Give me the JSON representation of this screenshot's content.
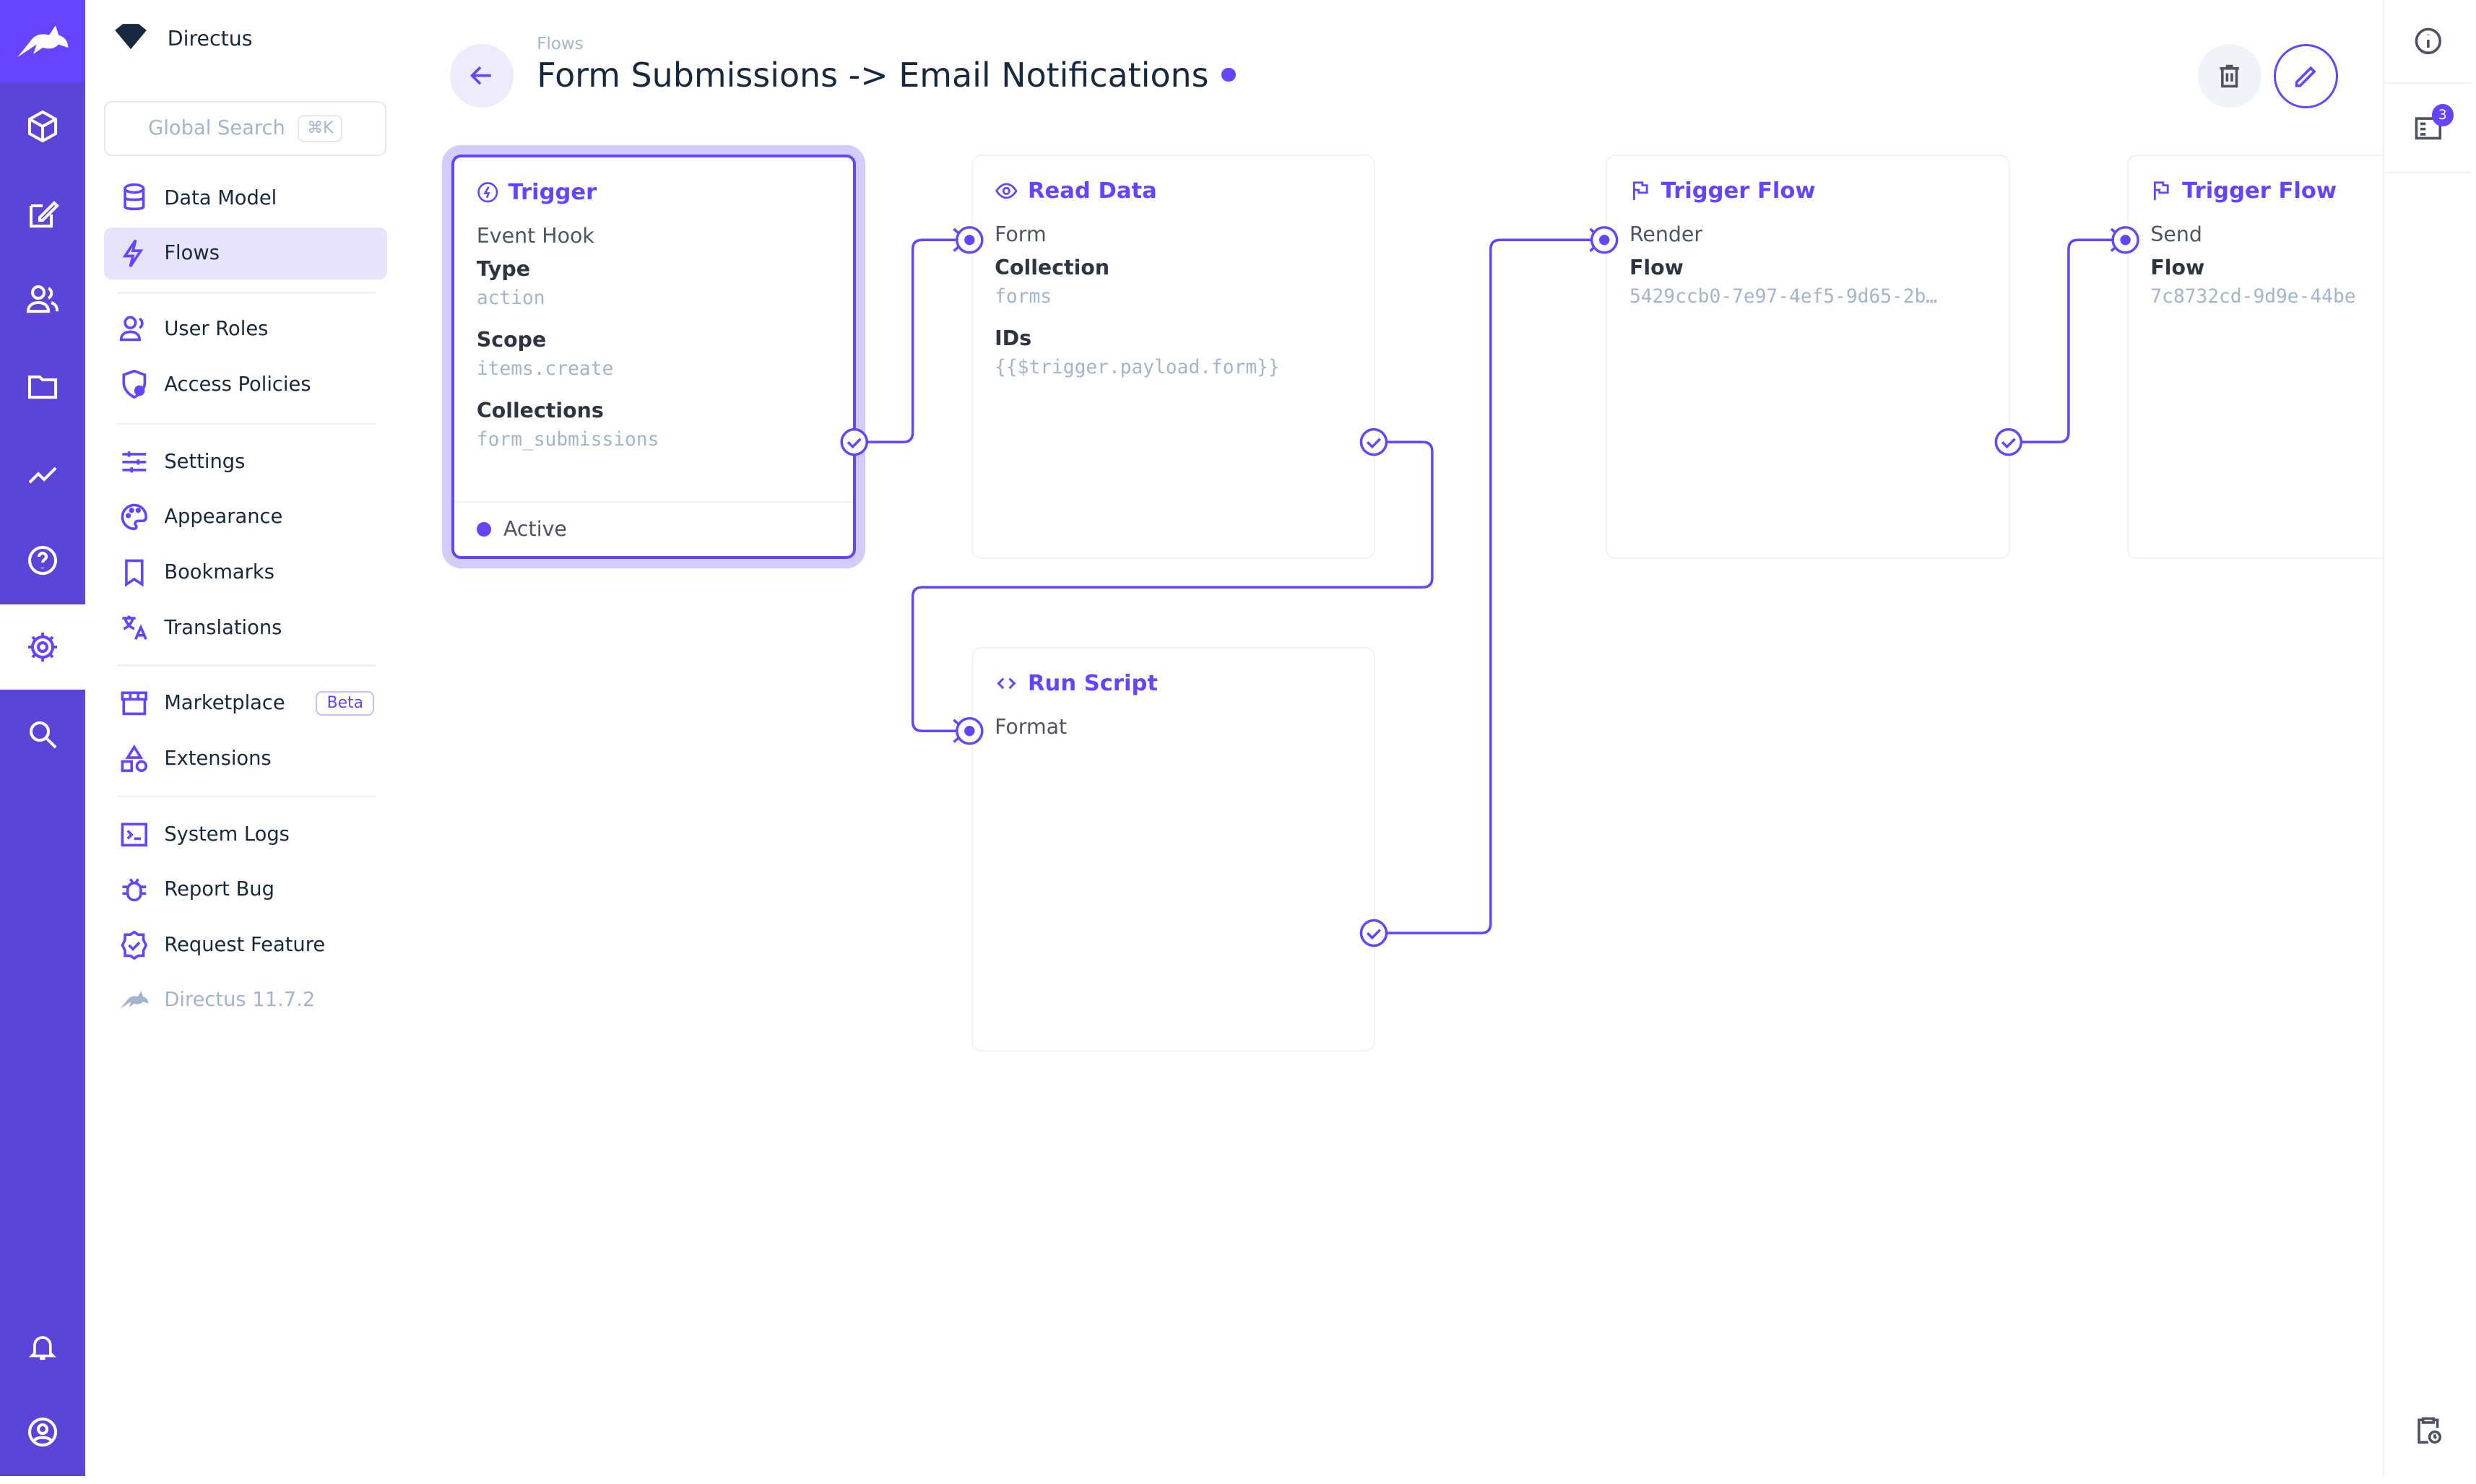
{
  "app": {
    "brand": "Directus"
  },
  "search": {
    "placeholder": "Global Search",
    "shortcut": "⌘K"
  },
  "sidebar": {
    "items": [
      {
        "label": "Data Model",
        "icon": "database-icon"
      },
      {
        "label": "Flows",
        "icon": "bolt-icon",
        "active": true
      },
      {
        "label": "User Roles",
        "icon": "users-icon"
      },
      {
        "label": "Access Policies",
        "icon": "shield-icon"
      },
      {
        "label": "Settings",
        "icon": "sliders-icon"
      },
      {
        "label": "Appearance",
        "icon": "palette-icon"
      },
      {
        "label": "Bookmarks",
        "icon": "bookmark-icon"
      },
      {
        "label": "Translations",
        "icon": "translate-icon"
      },
      {
        "label": "Marketplace",
        "icon": "store-icon",
        "badge": "Beta"
      },
      {
        "label": "Extensions",
        "icon": "shapes-icon"
      },
      {
        "label": "System Logs",
        "icon": "terminal-icon"
      },
      {
        "label": "Report Bug",
        "icon": "bug-icon"
      },
      {
        "label": "Request Feature",
        "icon": "verified-icon"
      },
      {
        "label": "Directus 11.7.2",
        "icon": "directus-logo-icon"
      }
    ]
  },
  "header": {
    "breadcrumb": "Flows",
    "title": "Form Submissions -> Email Notifications"
  },
  "right_sidebar": {
    "notifications_count": "3"
  },
  "colors": {
    "accent": "#6644ff",
    "rail": "#5b45d9"
  },
  "operations": {
    "trigger": {
      "title": "Trigger",
      "subtitle": "Event Hook",
      "type_label": "Type",
      "type": "action",
      "scope_label": "Scope",
      "scope": "items.create",
      "collections_label": "Collections",
      "collections": "form_submissions",
      "status": "Active"
    },
    "read": {
      "title": "Read Data",
      "subtitle": "Form",
      "collection_label": "Collection",
      "collection": "forms",
      "ids_label": "IDs",
      "ids": "{{$trigger.payload.form}}"
    },
    "script": {
      "title": "Run Script",
      "subtitle": "Format"
    },
    "flow1": {
      "title": "Trigger Flow",
      "subtitle": "Render",
      "flow_label": "Flow",
      "flow": "5429ccb0-7e97-4ef5-9d65-2b…"
    },
    "flow2": {
      "title": "Trigger Flow",
      "subtitle": "Send",
      "flow_label": "Flow",
      "flow": "7c8732cd-9d9e-44be"
    }
  }
}
